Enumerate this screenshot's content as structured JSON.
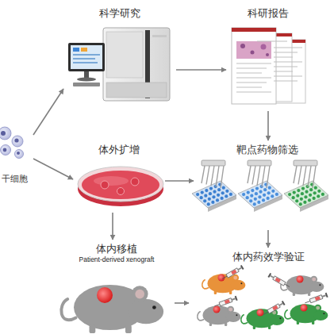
{
  "diagram": {
    "nodes": [
      {
        "text": [
          "干细胞"
        ]
      },
      {
        "text": [
          "科学研究"
        ]
      },
      {
        "text": [
          "科研报告"
        ]
      },
      {
        "text": [
          "体外扩增"
        ]
      },
      {
        "text": [
          "靶点药物筛选"
        ]
      },
      {
        "text": [
          "体内移植",
          "Patient-derived xenograft"
        ]
      },
      {
        "text": [
          "体内药效学验证"
        ]
      }
    ],
    "edges": [
      {
        "from": 0,
        "to": 1,
        "arrow": "to"
      },
      {
        "from": 0,
        "to": 3,
        "arrow": "to"
      },
      {
        "from": 1,
        "to": 2,
        "arrow": "to"
      },
      {
        "from": 2,
        "to": 4,
        "arrow": "to"
      },
      {
        "from": 3,
        "to": 4,
        "arrow": "to"
      },
      {
        "from": 3,
        "to": 5,
        "arrow": "to"
      },
      {
        "from": 4,
        "to": 6,
        "arrow": "to"
      },
      {
        "from": 5,
        "to": 6,
        "arrow": "to"
      }
    ]
  }
}
